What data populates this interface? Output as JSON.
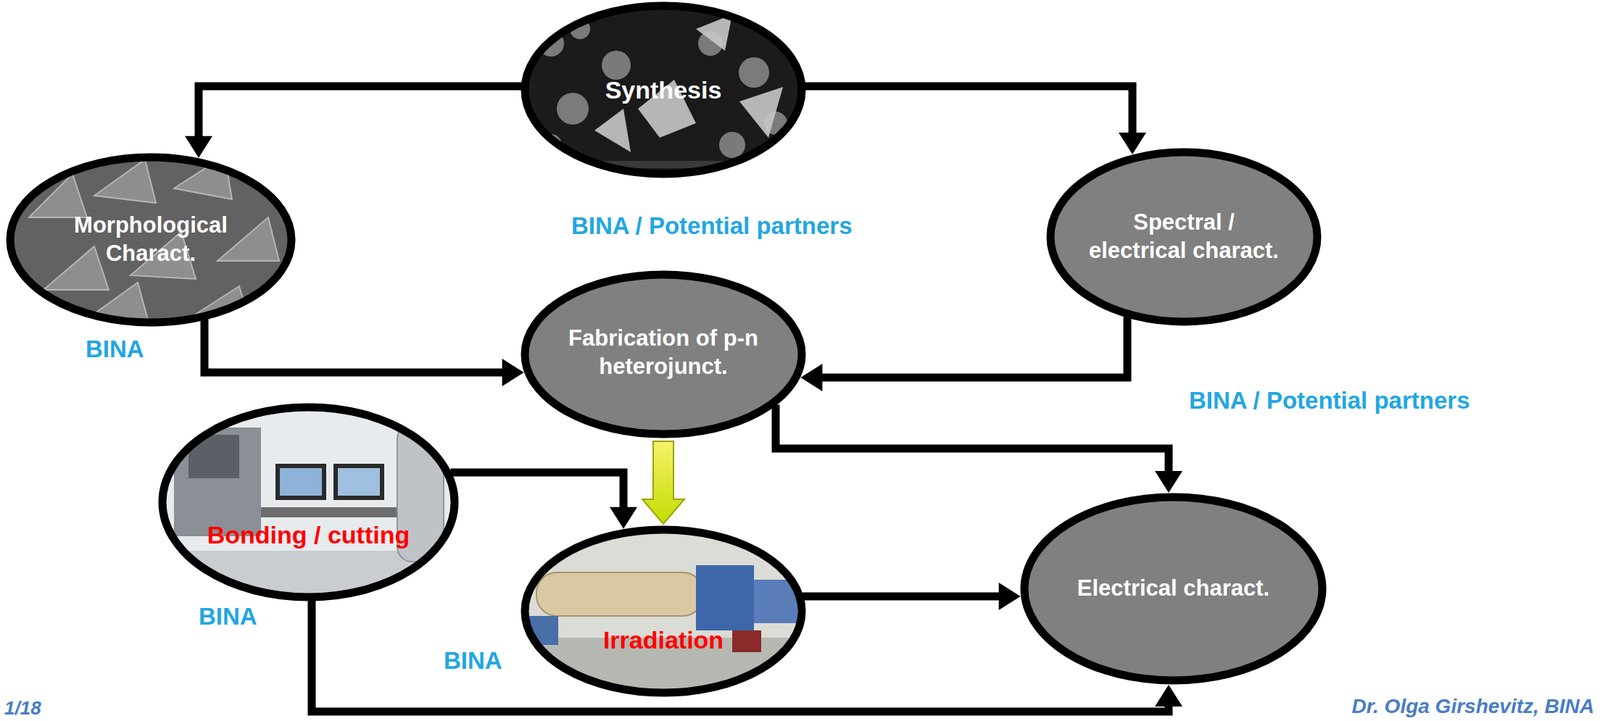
{
  "diagram": {
    "nodes": [
      {
        "text": [
          "Synthesis"
        ]
      },
      {
        "text": [
          "Morphological Charact."
        ]
      },
      {
        "text": [
          "Spectral / electrical charact."
        ]
      },
      {
        "text": [
          "Fabrication of p-n heterojunct."
        ]
      },
      {
        "text": [
          "Bonding / cutting"
        ]
      },
      {
        "text": [
          "Irradiation"
        ]
      },
      {
        "text": [
          "Electrical charact."
        ]
      }
    ],
    "edges": [
      {
        "from": 0,
        "to": 1,
        "arrow": "to"
      },
      {
        "from": 0,
        "to": 2,
        "arrow": "to"
      },
      {
        "from": 1,
        "to": 3,
        "arrow": "to"
      },
      {
        "from": 2,
        "to": 3,
        "arrow": "to"
      },
      {
        "from": 3,
        "to": 6,
        "arrow": "to"
      },
      {
        "from": 3,
        "to": 5,
        "arrow": "to"
      },
      {
        "from": 4,
        "to": 5,
        "arrow": "to"
      },
      {
        "from": 5,
        "to": 6,
        "arrow": "to"
      },
      {
        "from": 4,
        "to": 6,
        "arrow": "to"
      }
    ],
    "labels": [
      "BINA / Potential partners",
      "BINA",
      "BINA / Potential partners",
      "BINA",
      "BINA",
      "1/18",
      "Dr. Olga Girshevitz, BINA"
    ]
  }
}
